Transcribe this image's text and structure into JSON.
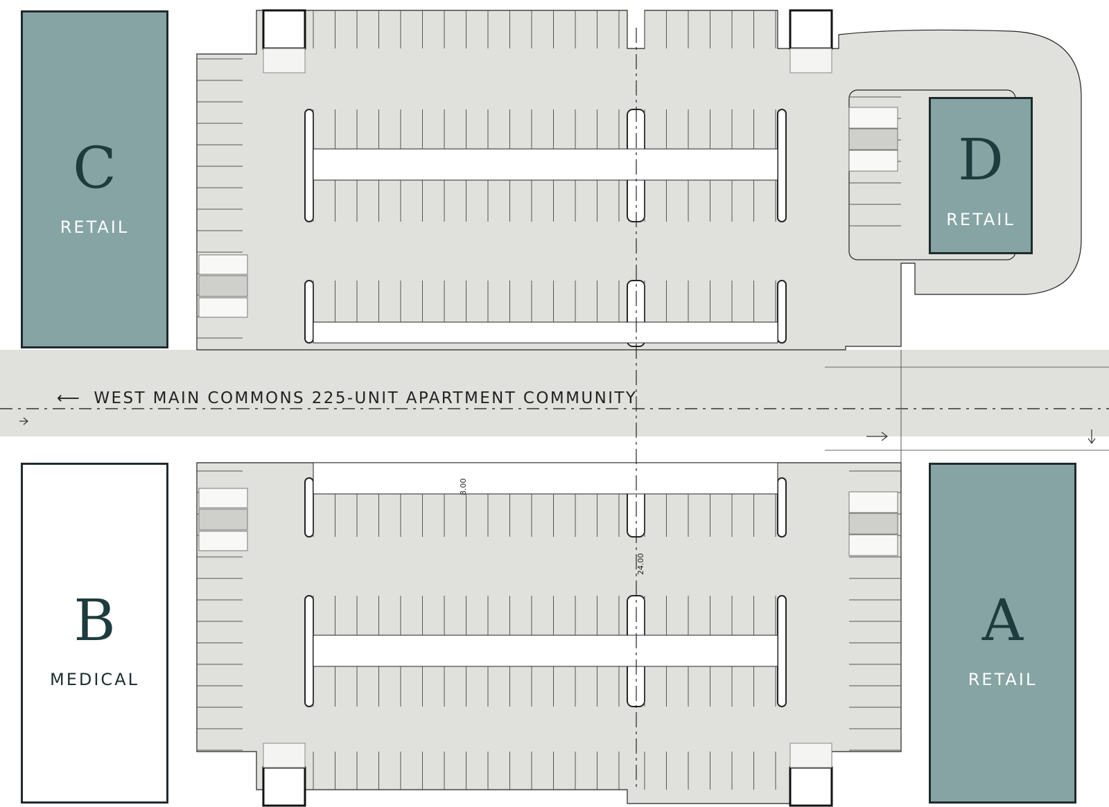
{
  "site_plan": {
    "road": {
      "label": "WEST MAIN COMMONS 225-UNIT APARTMENT COMMUNITY",
      "arrow": "⟵"
    },
    "buildings": [
      {
        "id": "A",
        "letter": "A",
        "use": "RETAIL",
        "fill": "#86a4a4"
      },
      {
        "id": "B",
        "letter": "B",
        "use": "MEDICAL",
        "fill": "#ffffff"
      },
      {
        "id": "C",
        "letter": "C",
        "use": "RETAIL",
        "fill": "#86a4a4"
      },
      {
        "id": "D",
        "letter": "D",
        "use": "RETAIL",
        "fill": "#86a4a4"
      }
    ],
    "dimensions": {
      "aisle_width": "24.00",
      "crosswalk_width": "8.00"
    },
    "colors": {
      "pavement": "#e0e0dc",
      "building_teal": "#86a4a4",
      "outline": "#1f2a2c"
    }
  }
}
